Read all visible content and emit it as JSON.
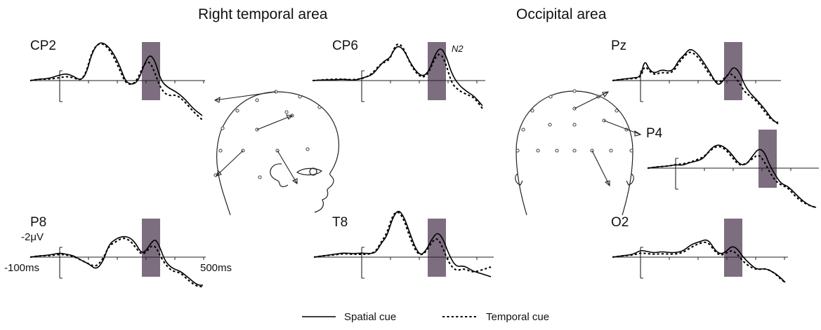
{
  "titles": {
    "left": "Right temporal area",
    "right": "Occipital area"
  },
  "panels": [
    {
      "id": "cp2",
      "label": "CP2",
      "ox": 85,
      "oy": 115,
      "lw": 42
    },
    {
      "id": "cp6",
      "label": "CP6",
      "ox": 515,
      "oy": 115,
      "lw": 42,
      "note": "N2"
    },
    {
      "id": "pz",
      "label": "Pz",
      "ox": 912,
      "oy": 115,
      "lw": 42
    },
    {
      "id": "p4",
      "label": "P4",
      "ox": 962,
      "oy": 240,
      "lw": 42
    },
    {
      "id": "p8",
      "label": "P8",
      "ox": 85,
      "oy": 367,
      "lw": 42
    },
    {
      "id": "t8",
      "label": "T8",
      "ox": 515,
      "oy": 367,
      "lw": 42
    },
    {
      "id": "o2",
      "label": "O2",
      "ox": 912,
      "oy": 367,
      "lw": 42
    }
  ],
  "scale": {
    "amplitude": "-2μV",
    "time_start": "-100ms",
    "time_end": "500ms"
  },
  "legend": {
    "solid": "Spatial cue",
    "dashed": "Temporal cue"
  },
  "colors": {
    "window": "#7c6e7e",
    "trace": "#000000"
  }
}
